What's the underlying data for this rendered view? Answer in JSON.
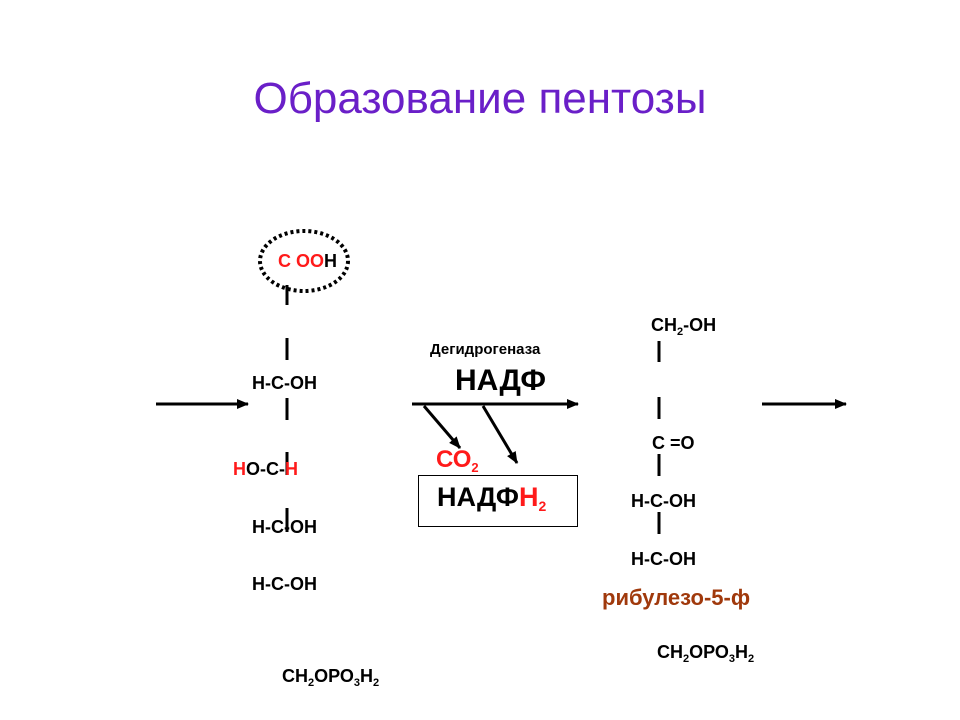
{
  "title": "Образование пентозы",
  "substrate": {
    "cooh_c": "С ",
    "cooh_oo": "ОО",
    "cooh_h": "Н",
    "c2": "Н-С-ОН",
    "c3_h_left": "Н",
    "c3_mid": "О-С-",
    "c3_h_right": "Н",
    "c4": "Н-С-ОН",
    "c5": "Н-С-ОН",
    "c6_a": "СН",
    "c6_s1": "2",
    "c6_b": "ОРО",
    "c6_s2": "3",
    "c6_c": "Н",
    "c6_s3": "2"
  },
  "reaction": {
    "enzyme": "Дегидрогеназа",
    "cofactor": "НАДФ",
    "co2_main": "СО",
    "co2_sub": "2",
    "nadph_black": "НАДФ",
    "nadph_red": "Н",
    "nadph_sub": "2"
  },
  "product": {
    "c1_a": "СН",
    "c1_sub": "2",
    "c1_b": "-ОН",
    "c2": "С =О",
    "c3": "Н-С-ОН",
    "c4": "Н-С-ОН",
    "name": "рибулезо-5-ф",
    "c5_a": "СН",
    "c5_s1": "2",
    "c5_b": "ОРО",
    "c5_s2": "3",
    "c5_c": "Н",
    "c5_s3": "2"
  },
  "colors": {
    "title": "#6a1fc8",
    "highlight": "#ff1a1a",
    "product_name": "#a0390c"
  }
}
